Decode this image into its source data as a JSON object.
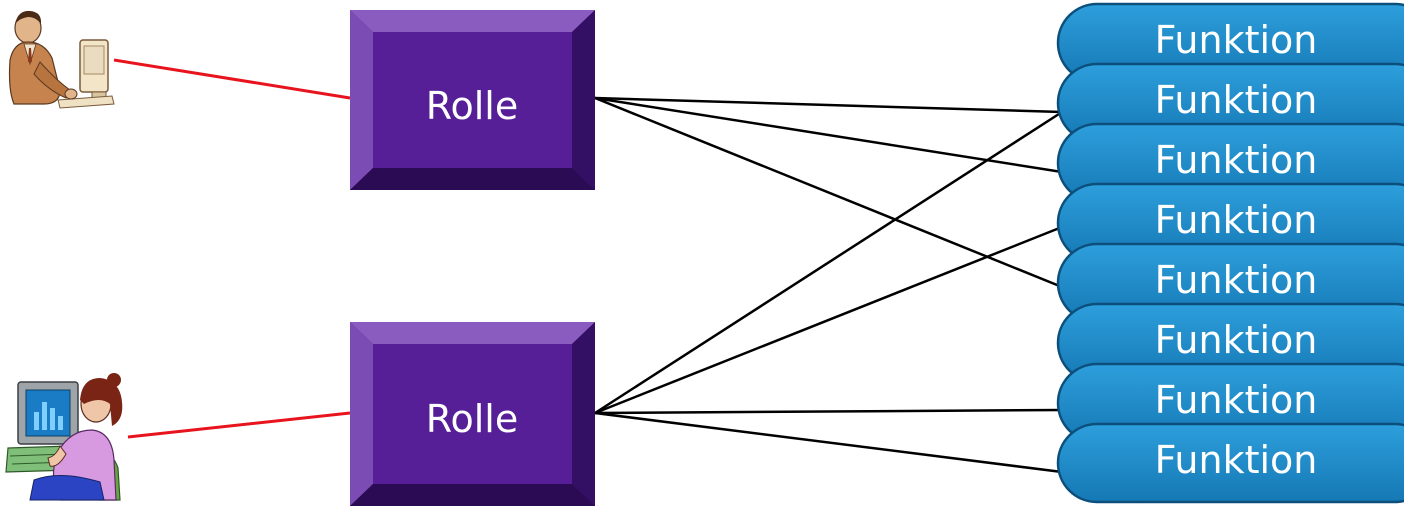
{
  "roles": [
    {
      "label": "Rolle"
    },
    {
      "label": "Rolle"
    }
  ],
  "functions": [
    {
      "label": "Funktion"
    },
    {
      "label": "Funktion"
    },
    {
      "label": "Funktion"
    },
    {
      "label": "Funktion"
    },
    {
      "label": "Funktion"
    },
    {
      "label": "Funktion"
    },
    {
      "label": "Funktion"
    },
    {
      "label": "Funktion"
    }
  ],
  "users": [
    {
      "icon": "businessman-at-computer-icon",
      "role_index": 0
    },
    {
      "icon": "woman-at-computer-icon",
      "role_index": 1
    }
  ],
  "connections": [
    {
      "role": 0,
      "functions": [
        1,
        2,
        4
      ]
    },
    {
      "role": 1,
      "functions": [
        1,
        3,
        6,
        7
      ]
    }
  ],
  "colors": {
    "role_fill": "#4b1a85",
    "role_bevel_light": "#8e63c4",
    "role_bevel_dark": "#2b0d52",
    "function_fill": "#1e8ac8",
    "function_stroke": "#0c4f7c",
    "user_link": "#e8141d",
    "role_link": "#000000"
  }
}
